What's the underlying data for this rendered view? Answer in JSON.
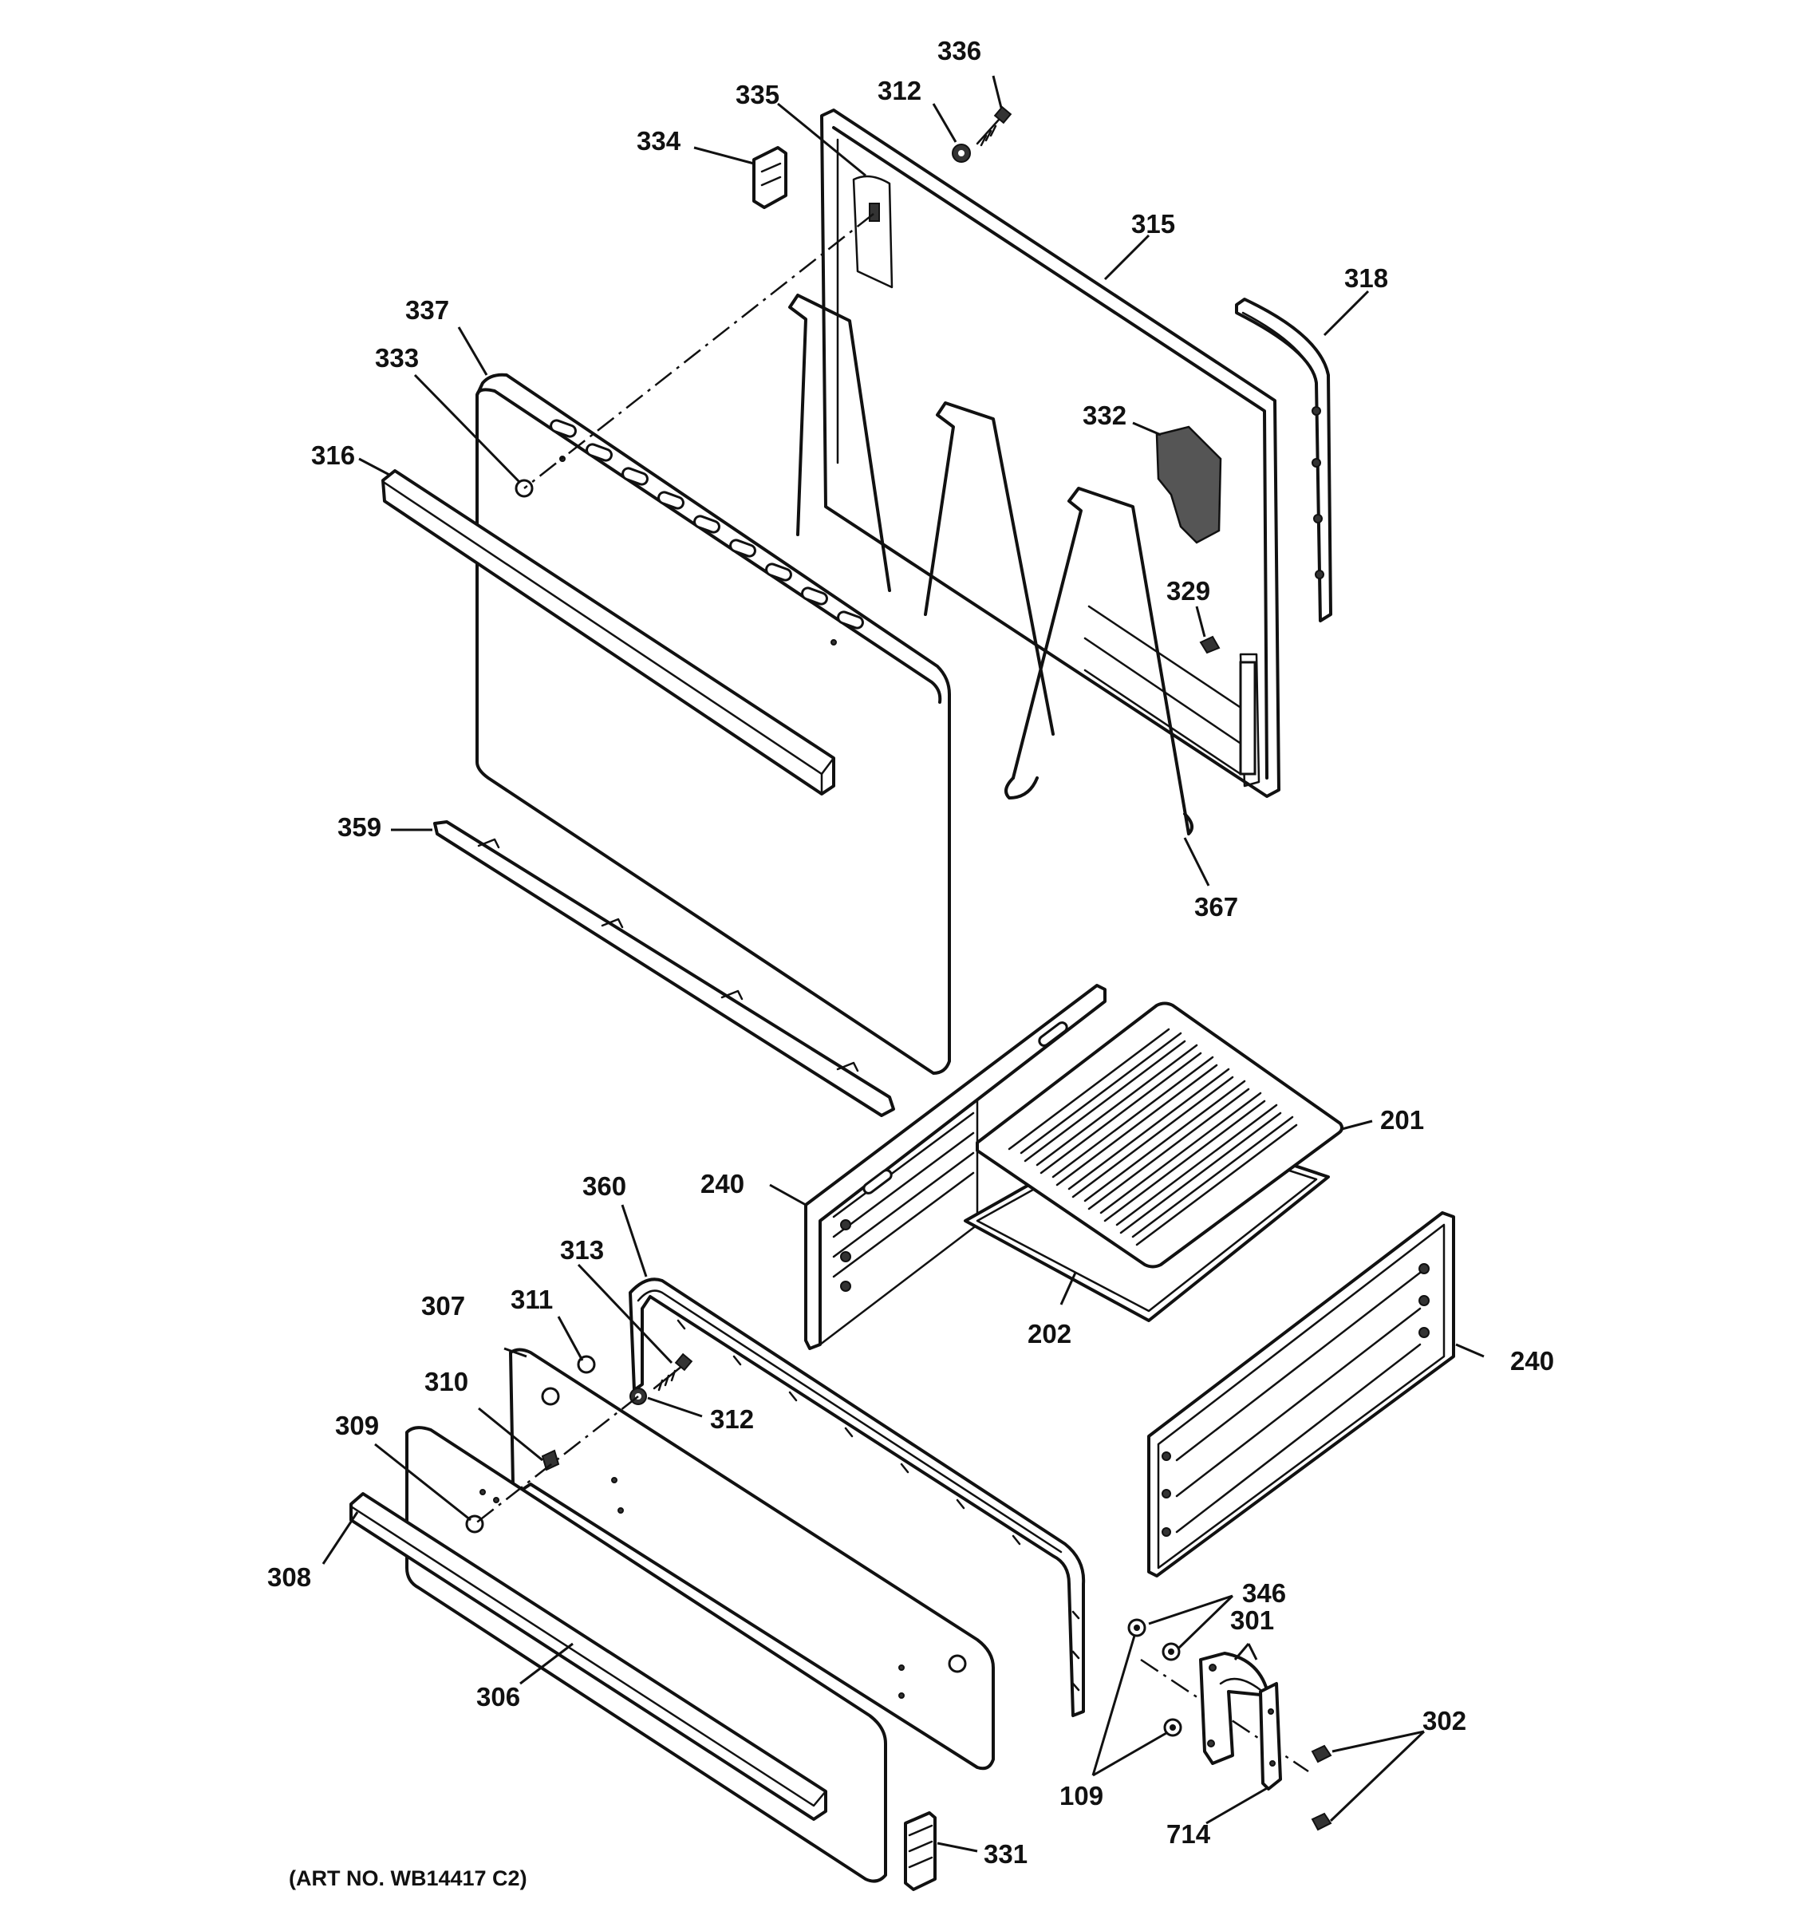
{
  "art_number": "(ART NO. WB14417 C2)",
  "callouts": {
    "c336": "336",
    "c335": "335",
    "c312_top": "312",
    "c334": "334",
    "c315": "315",
    "c318": "318",
    "c337": "337",
    "c333": "333",
    "c316": "316",
    "c332": "332",
    "c329": "329",
    "c359": "359",
    "c367": "367",
    "c201": "201",
    "c240_left": "240",
    "c202": "202",
    "c240_right": "240",
    "c360": "360",
    "c313": "313",
    "c307": "307",
    "c311": "311",
    "c312_bottom": "312",
    "c310": "310",
    "c309": "309",
    "c308": "308",
    "c306": "306",
    "c331": "331",
    "c346": "346",
    "c301": "301",
    "c302": "302",
    "c109": "109",
    "c714": "714"
  }
}
